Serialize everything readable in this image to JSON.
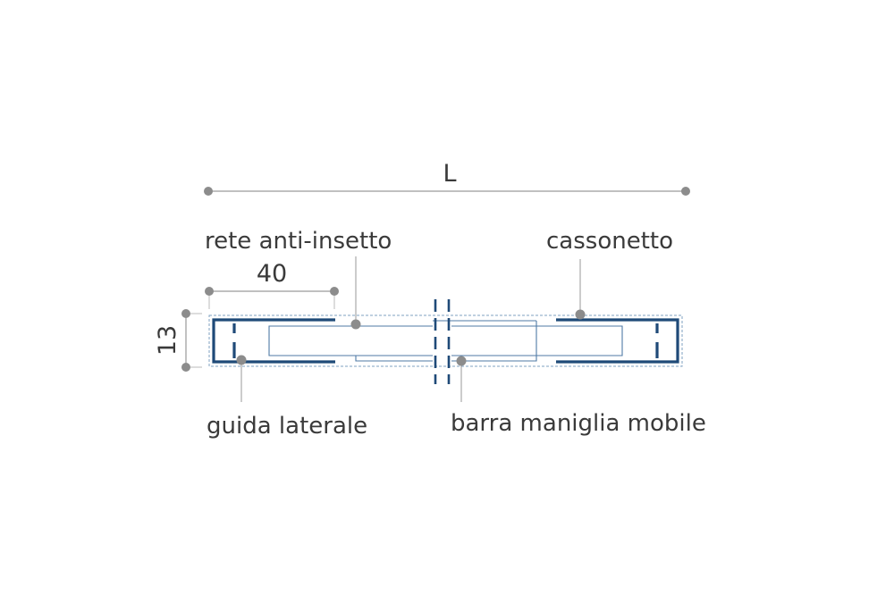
{
  "dimensions": {
    "overall_length": "L",
    "side_width": "40",
    "height": "13"
  },
  "labels": {
    "net": "rete anti-insetto",
    "box": "cassonetto",
    "side_guide": "guida laterale",
    "handle_bar": "barra maniglia mobile"
  },
  "colors": {
    "frame": "#1f4a78",
    "dimension": "#8c8c8c",
    "leader_dot": "#8c8c8c",
    "outline": "#7fa0c0",
    "text": "#3a3a3a"
  }
}
